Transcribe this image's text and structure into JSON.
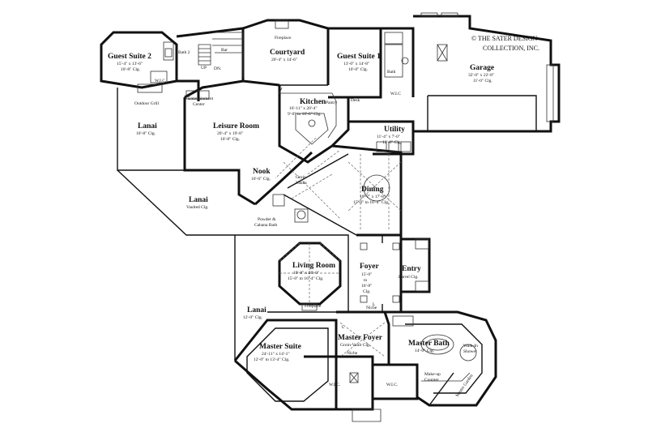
{
  "copyright": [
    "© THE SATER DESIGN",
    "COLLECTION, INC."
  ],
  "rooms": [
    {
      "id": "guest-suite-2",
      "name": "Guest Suite 2",
      "dims": [
        "15'-4\" x 13'-6\"",
        "10'-8\" Clg."
      ]
    },
    {
      "id": "courtyard",
      "name": "Courtyard",
      "dims": [
        "20'-4\" x 14'-6\""
      ]
    },
    {
      "id": "guest-suite-1",
      "name": "Guest Suite 1",
      "dims": [
        "13'-0\" x 14'-8\"",
        "10'-0\" Clg."
      ]
    },
    {
      "id": "garage",
      "name": "Garage",
      "dims": [
        "32'-0\" x 22'-8\"",
        "11'-0\" Clg."
      ]
    },
    {
      "id": "lanai-upper",
      "name": "Lanai",
      "dims": [
        "10'-8\" Clg."
      ]
    },
    {
      "id": "leisure-room",
      "name": "Leisure Room",
      "dims": [
        "20'-4\" x 19'-8\"",
        "10'-8\" Clg."
      ]
    },
    {
      "id": "kitchen",
      "name": "Kitchen",
      "dims": [
        "16'-11\" x 20'-4\"",
        "9'-0\" to 10'-0\" Clg."
      ]
    },
    {
      "id": "utility",
      "name": "Utility",
      "dims": [
        "11'-4\" x 7'-0\"",
        "12'-0\" Clg."
      ]
    },
    {
      "id": "nook",
      "name": "Nook",
      "dims": [
        "10'-6\" Clg."
      ]
    },
    {
      "id": "dining",
      "name": "Dining",
      "dims": [
        "16'-7\" x 17'-8\"",
        "15'-0\" to 16'-4\" Clg."
      ]
    },
    {
      "id": "lanai-vaulted",
      "name": "Lanai",
      "dims": [
        "Vaulted Clg."
      ]
    },
    {
      "id": "living-room",
      "name": "Living Room",
      "dims": [
        "19'-8\" x 20'-0\"",
        "15'-0\" to 16'-4\" Clg."
      ]
    },
    {
      "id": "foyer",
      "name": "Foyer",
      "dims": [
        "15'-0\"",
        "to",
        "16'-8\"",
        "Clg."
      ]
    },
    {
      "id": "entry",
      "name": "Entry",
      "dims": [
        "Barrel Clg."
      ]
    },
    {
      "id": "lanai-lower",
      "name": "Lanai",
      "dims": [
        "12'-0\" Clg."
      ]
    },
    {
      "id": "master-suite",
      "name": "Master Suite",
      "dims": [
        "24'-11\" x 14'-1\"",
        "12'-0\" to 13'-4\" Clg."
      ]
    },
    {
      "id": "master-foyer",
      "name": "Master Foyer",
      "dims": [
        "Groin-Vault Clg."
      ]
    },
    {
      "id": "master-bath",
      "name": "Master Bath",
      "dims": [
        "14'-0\" Clg."
      ]
    }
  ],
  "labels": {
    "fireplace_top": "Fireplace",
    "fireplace_living": "Fireplace",
    "bath2": "Bath 2",
    "up": "UP",
    "dn": "DN.",
    "bar": "Bar",
    "wic_guest2": "W.I.C.",
    "outdoor_grill": "Outdoor Grill",
    "entertainment": [
      "Entertainment",
      "Center"
    ],
    "pantry": "Pantry",
    "desk": "Desk",
    "bath_guest1": "Bath",
    "wic_guest1": "W.I.C",
    "groin_vaults": [
      "Groin",
      "Vaults"
    ],
    "powder": [
      "Powder &",
      "Cabana Bath"
    ],
    "niche_foyer": "Niche",
    "niche_master": "Niche",
    "l_foyer": "L",
    "l_master": "L",
    "wic_master_1": "W.I.C.",
    "wic_master_2": "W.I.C.",
    "makeup": [
      "Make-up",
      "Counter"
    ],
    "walkin_shower": [
      "Walk-In",
      "Shower"
    ],
    "master_garden": "Master Garden"
  }
}
